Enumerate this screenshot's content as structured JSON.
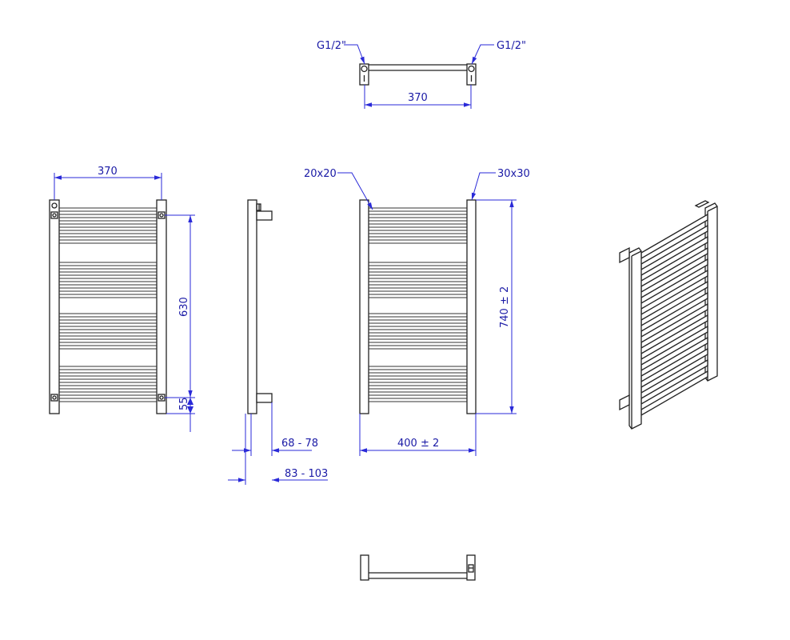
{
  "colors": {
    "outline": "#222222",
    "dimension": "#2a2ad8",
    "background": "#ffffff"
  },
  "top_view": {
    "left_connection": "G1/2\"",
    "right_connection": "G1/2\"",
    "width": "370"
  },
  "front_view": {
    "width": "370",
    "connection_distance": "630",
    "bottom_offset": "55"
  },
  "side_view": {
    "depth_min": "68 - 78",
    "depth_max": "83 - 103"
  },
  "main_view": {
    "rail_size": "20x20",
    "post_size": "30x30",
    "height": "740  ± 2",
    "width": "400  ± 2"
  }
}
